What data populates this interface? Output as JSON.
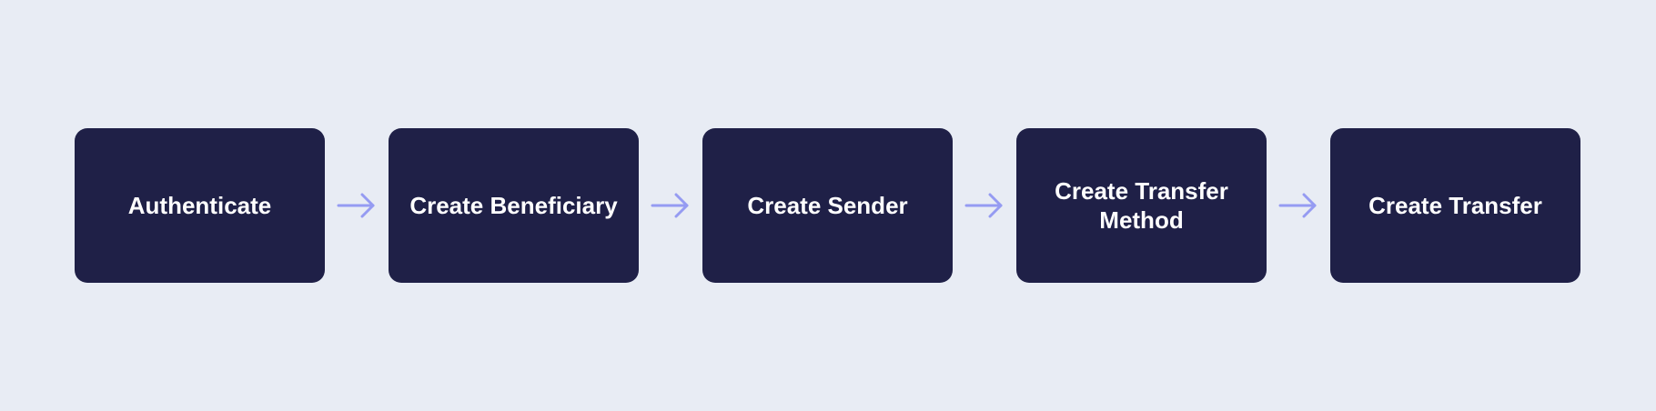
{
  "colors": {
    "background": "#E8ECF4",
    "box": "#1F2047",
    "box_text": "#FFFFFF",
    "arrow": "#959BF2"
  },
  "steps": [
    {
      "label": "Authenticate"
    },
    {
      "label": "Create Beneficiary"
    },
    {
      "label": "Create Sender"
    },
    {
      "label": "Create Transfer\nMethod"
    },
    {
      "label": "Create Transfer"
    }
  ],
  "connectors": [
    {
      "icon": "arrow-right-icon"
    },
    {
      "icon": "arrow-right-icon"
    },
    {
      "icon": "arrow-right-icon"
    },
    {
      "icon": "arrow-right-icon"
    }
  ]
}
